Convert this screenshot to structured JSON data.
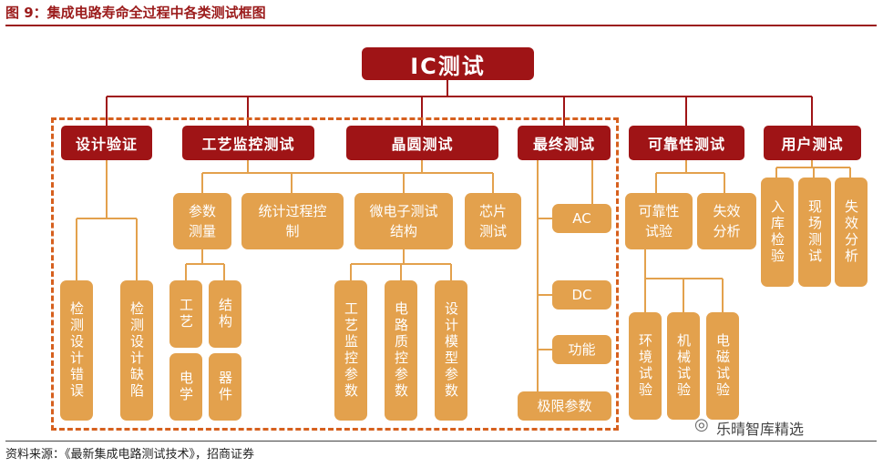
{
  "figure_title": "图 9：集成电路寿命全过程中各类测试框图",
  "root": "IC测试",
  "level1": {
    "design": "设计验证",
    "process": "工艺监控测试",
    "wafer": "晶圆测试",
    "final": "最终测试",
    "reliability": "可靠性测试",
    "user": "用户测试"
  },
  "design_children": {
    "a": "检测设计错误",
    "b": "检测设计缺陷"
  },
  "process_children": {
    "param": "参数测量",
    "stat": "统计过程控制",
    "craft": "工艺",
    "struct": "结构",
    "elec": "电学",
    "device": "器件"
  },
  "wafer_children": {
    "micro": "微电子测试结构",
    "chip": "芯片测试",
    "m1": "工艺监控参数",
    "m2": "电路质控参数",
    "m3": "设计模型参数"
  },
  "final_children": {
    "ac": "AC",
    "dc": "DC",
    "func": "功能",
    "limit": "极限参数"
  },
  "reliability_children": {
    "rel": "可靠性试验",
    "fail": "失效分析",
    "env": "环境试验",
    "mech": "机械试验",
    "emag": "电磁试验"
  },
  "user_children": {
    "inspect": "入库检验",
    "field": "现场测试",
    "fail": "失效分析"
  },
  "source": "资料来源：《最新集成电路测试技术》，招商证券",
  "watermark": "乐晴智库精选",
  "colors": {
    "dark_red": "#9f1416",
    "tan": "#e3a14d",
    "dashed_border": "#d6601e"
  }
}
